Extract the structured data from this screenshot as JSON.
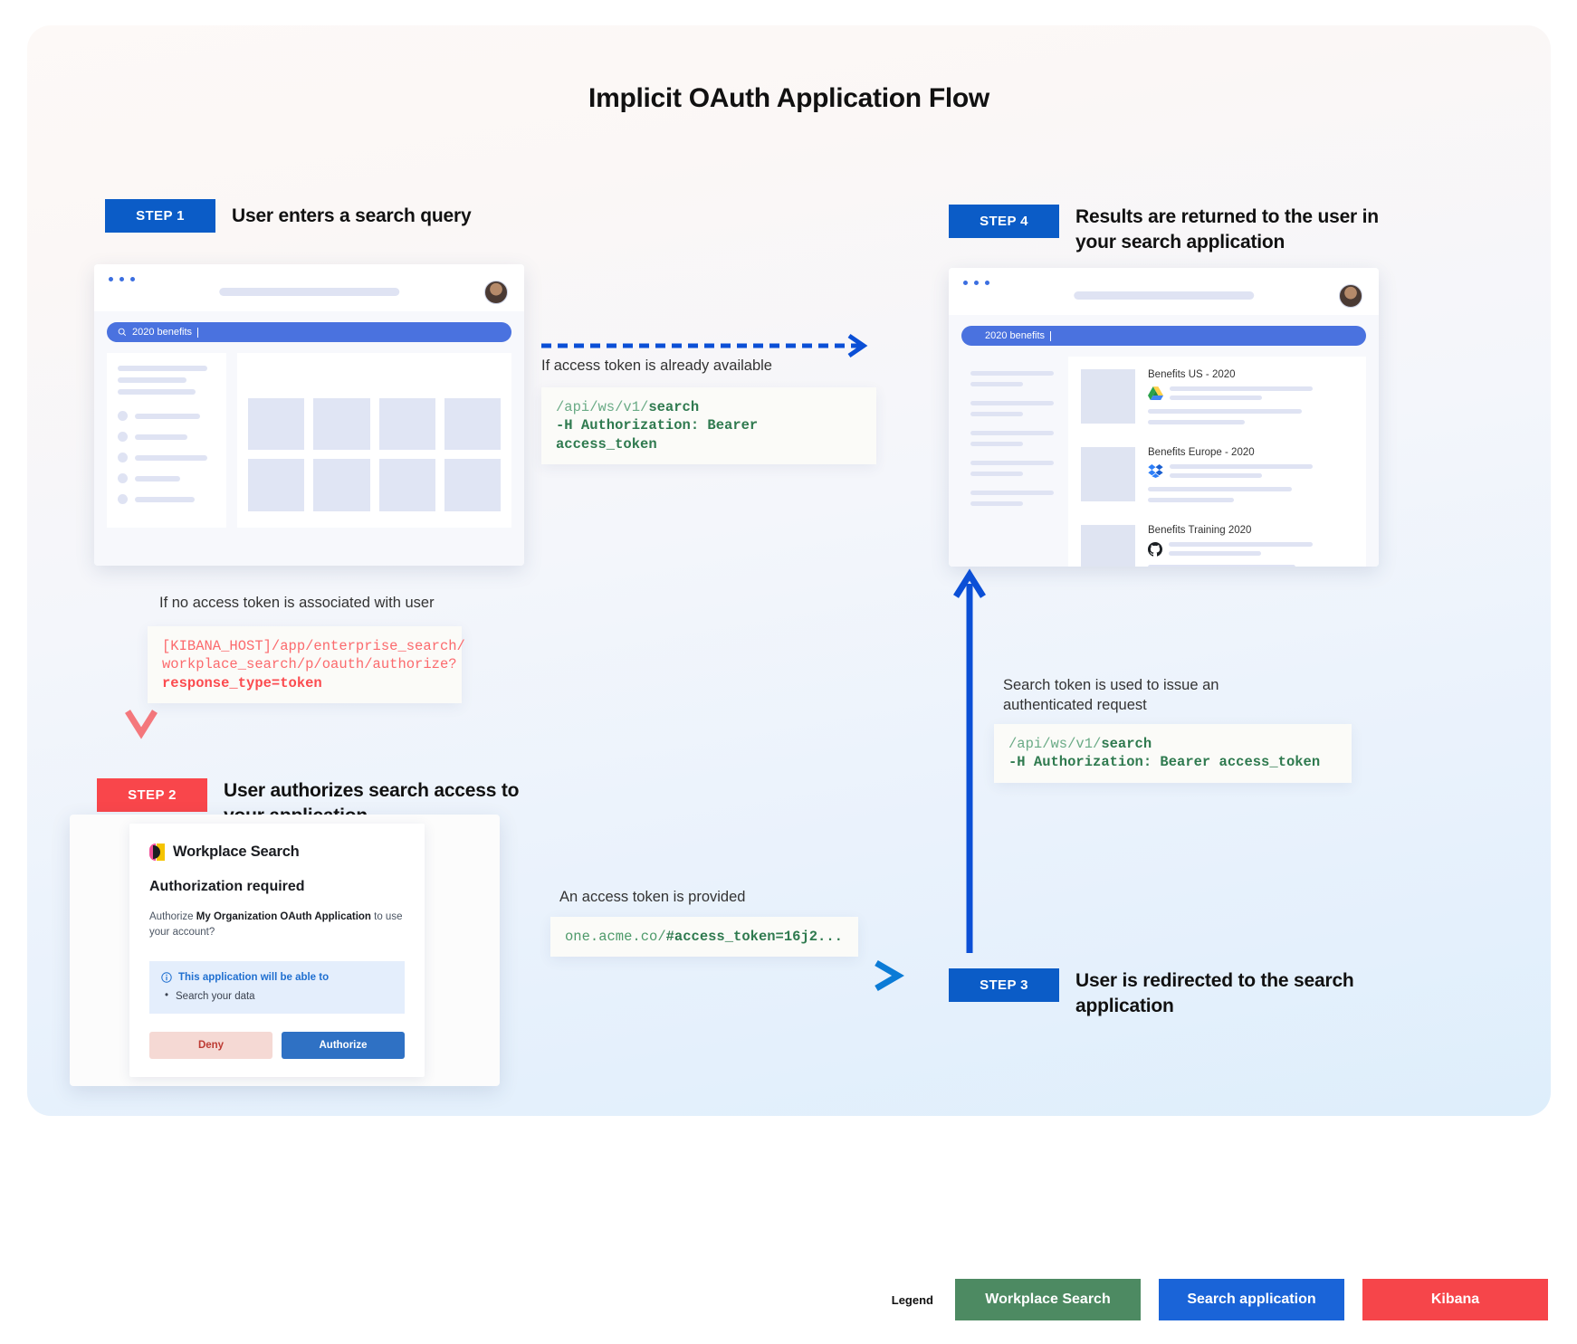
{
  "title": "Implicit OAuth Application Flow",
  "steps": {
    "step1": {
      "badge": "STEP 1",
      "title": "User enters a search query"
    },
    "step2": {
      "badge": "STEP 2",
      "title": "User authorizes search access to your application"
    },
    "step3": {
      "badge": "STEP 3",
      "title": "User is redirected to the search application"
    },
    "step4": {
      "badge": "STEP 4",
      "title": "Results are returned to the user in your search application"
    }
  },
  "browser1": {
    "search_query": "2020 benefits",
    "search_icon": "search-icon"
  },
  "browser2": {
    "search_query": "2020 benefits",
    "results": [
      {
        "title": "Benefits US - 2020",
        "source_icon": "google-drive-icon"
      },
      {
        "title": "Benefits Europe - 2020",
        "source_icon": "dropbox-icon"
      },
      {
        "title": "Benefits Training 2020",
        "source_icon": "github-icon"
      }
    ]
  },
  "annotations": {
    "token_available": "If access token is already available",
    "no_token": "If no access token is associated with user",
    "token_provided": "An access token is provided",
    "authenticated_request": "Search token is used to issue an authenticated request"
  },
  "code": {
    "search_api_top": {
      "line1_path": "/api/ws/v1/",
      "line1_bold": "search",
      "line2": "-H Authorization: Bearer access_token"
    },
    "search_api_right": {
      "line1_path": "/api/ws/v1/",
      "line1_bold": "search",
      "line2": "-H Authorization: Bearer access_token"
    },
    "authorize_url": {
      "line1": "[KIBANA_HOST]/app/enterprise_search/",
      "line2": "workplace_search/p/oauth/authorize?",
      "line3_bold": "response_type=token"
    },
    "redirect_url": {
      "prefix": "one.acme.co/",
      "bold": "#access_token=16j2..."
    }
  },
  "auth_card": {
    "product": "Workplace Search",
    "heading": "Authorization required",
    "body_pre": "Authorize ",
    "body_app": "My Organization OAuth Application",
    "body_post": " to use your account?",
    "callout_heading": "This application will be able to",
    "callout_item": "Search your data",
    "deny_label": "Deny",
    "authorize_label": "Authorize",
    "info_icon": "info-circle-icon"
  },
  "legend": {
    "label": "Legend",
    "items": [
      {
        "label": "Workplace Search",
        "color": "#4d8a62"
      },
      {
        "label": "Search application",
        "color": "#1a64d8"
      },
      {
        "label": "Kibana",
        "color": "#f6454a"
      }
    ]
  },
  "colors": {
    "step_blue": "#0b5cc7",
    "step_red": "#f9464b",
    "code_green": "#4e9a6a",
    "code_red": "#fb6a6d"
  }
}
